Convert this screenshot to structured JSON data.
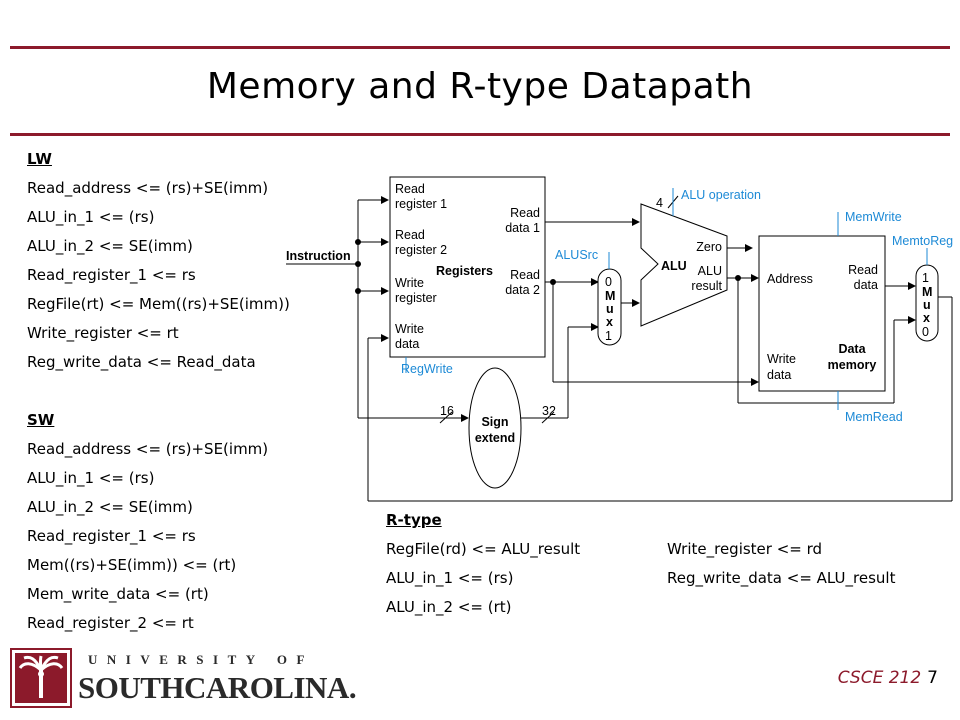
{
  "title": "Memory and R-type Datapath",
  "lw": {
    "header": "LW",
    "lines": [
      "Read_address <= (rs)+SE(imm)",
      "ALU_in_1 <= (rs)",
      "ALU_in_2 <= SE(imm)",
      "Read_register_1 <= rs",
      "RegFile(rt) <= Mem((rs)+SE(imm))",
      "Write_register <= rt",
      "Reg_write_data <= Read_data"
    ]
  },
  "sw": {
    "header": "SW",
    "lines": [
      "Read_address <= (rs)+SE(imm)",
      "ALU_in_1 <= (rs)",
      "ALU_in_2 <= SE(imm)",
      "Read_register_1 <= rs",
      "Mem((rs)+SE(imm)) <= (rt)",
      "Mem_write_data <= (rt)",
      "Read_register_2 <= rt"
    ]
  },
  "rtype": {
    "header": "R-type",
    "lines": [
      "RegFile(rd) <= ALU_result",
      "ALU_in_1 <= (rs)",
      "ALU_in_2 <= (rt)"
    ],
    "lines_right": [
      "Write_register <= rd",
      "Reg_write_data <= ALU_result"
    ]
  },
  "diagram": {
    "instruction": "Instruction",
    "reg_in1": [
      "Read",
      "register 1"
    ],
    "reg_in2": [
      "Read",
      "register 2"
    ],
    "reg_in3": [
      "Write",
      "register"
    ],
    "reg_in4": [
      "Write",
      "data"
    ],
    "reg_name": "Registers",
    "reg_out1": [
      "Read",
      "data 1"
    ],
    "reg_out2": [
      "Read",
      "data 2"
    ],
    "regwrite": "RegWrite",
    "alusrc": "ALUSrc",
    "mux": [
      "0",
      "M",
      "u",
      "x",
      "1"
    ],
    "alu": "ALU",
    "alu_op": "ALU operation",
    "alu_op_bits": "4",
    "zero": "Zero",
    "alu_result": [
      "ALU",
      "result"
    ],
    "memwrite": "MemWrite",
    "memtoreg": "MemtoReg",
    "memread": "MemRead",
    "address": "Address",
    "read_data": [
      "Read",
      "data"
    ],
    "write_data": [
      "Write",
      "data"
    ],
    "data_memory": [
      "Data",
      "memory"
    ],
    "mux2": [
      "1",
      "M",
      "u",
      "x",
      "0"
    ],
    "sign_extend": [
      "Sign",
      "extend"
    ],
    "bits16": "16",
    "bits32": "32"
  },
  "footer": {
    "university_line1": "UNIVERSITY OF",
    "university_line2": "SOUTHCAROLINA.",
    "course": "CSCE 212",
    "page": "7"
  },
  "colors": {
    "rule": "#8c1a2b",
    "control": "#1d8ad6",
    "course": "#8c1a2b"
  }
}
